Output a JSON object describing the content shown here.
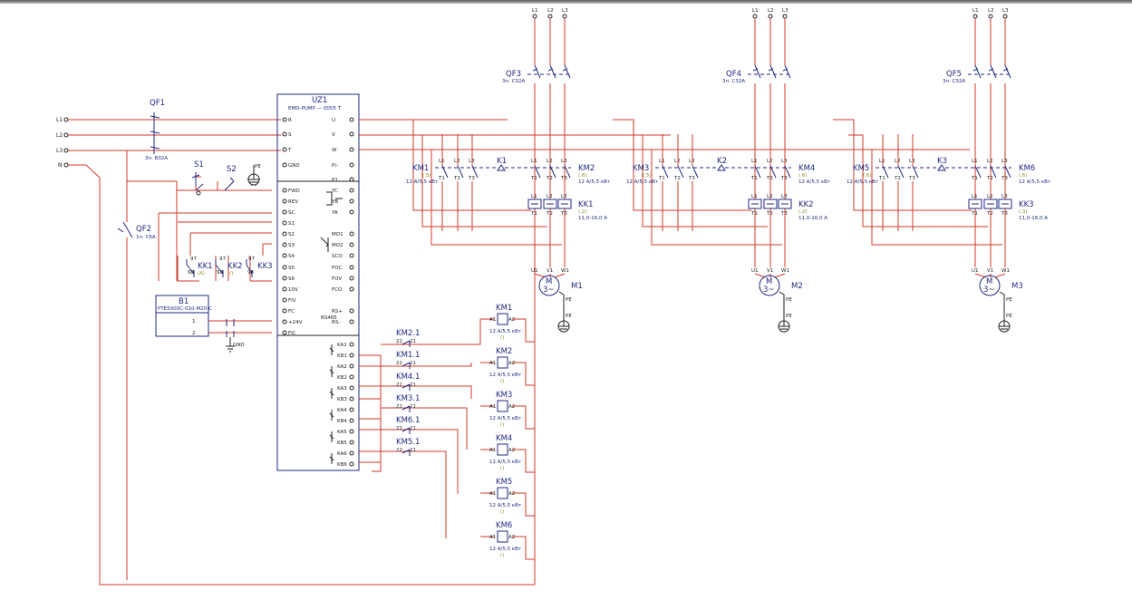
{
  "supply": {
    "phases": [
      "L1",
      "L2",
      "L3"
    ],
    "neutral": "N"
  },
  "breakers": {
    "qf1": {
      "name": "QF1",
      "rating": "3п. В32А"
    },
    "qf2": {
      "name": "QF2",
      "rating": "1п. С6А"
    },
    "qf3": {
      "name": "QF3",
      "rating": "3п. С32А"
    },
    "qf4": {
      "name": "QF4",
      "rating": "3п. С32А"
    },
    "qf5": {
      "name": "QF5",
      "rating": "3п. С32А"
    }
  },
  "drive": {
    "name": "UZ1",
    "model": "EMD-PUMP — 0055 T",
    "left_terminals": [
      "R",
      "S",
      "T",
      "GND",
      "FWD",
      "REV",
      "SC",
      "S1",
      "S2",
      "S3",
      "S4",
      "S5",
      "S6",
      "10V",
      "FIV",
      "FC",
      "+24V",
      "FIC"
    ],
    "right_terminals": [
      "U",
      "V",
      "W",
      "P/-",
      "P1",
      "YC",
      "YB",
      "YA",
      "MO1",
      "MO2",
      "SCO",
      "FOC",
      "FOV",
      "FCO",
      "RS+",
      "RS-"
    ],
    "relay_terminals": [
      "KA1",
      "KB1",
      "KA2",
      "KB2",
      "KA3",
      "KB3",
      "KA4",
      "KB4",
      "KA5",
      "KB5",
      "KA6",
      "KB6"
    ],
    "pe_label": "PE",
    "rs485_label": "RS485"
  },
  "switches": {
    "s1": "S1",
    "s2": "S2"
  },
  "overloads_ctrl": {
    "kk1": "KK1",
    "kk2": "KK2",
    "kk3": "KK3",
    "nc_pin": "97",
    "no_pin": "98",
    "mark_a": "(А)",
    "mark_b": "()"
  },
  "sensor": {
    "name": "В1",
    "model": "PTE5000C-010-M20-C",
    "ground": "GND"
  },
  "contactors_power": [
    {
      "name": "KM1",
      "rating": "12 А/5,5 кВт",
      "mark": "(.5)"
    },
    {
      "name": "KM2",
      "rating": "12 А/5,5 кВт",
      "mark": "(.6)"
    },
    {
      "name": "KM3",
      "rating": "12 А/5,5 кВт",
      "mark": "(.5)"
    },
    {
      "name": "KM4",
      "rating": "12 А/5,5 кВт",
      "mark": "(.6)"
    },
    {
      "name": "KM5",
      "rating": "12 А/5,5 кВт",
      "mark": "(.6)"
    },
    {
      "name": "KM6",
      "rating": "12 А/5,5 кВт",
      "mark": "(.6)"
    }
  ],
  "interlocks": [
    "K1",
    "K2",
    "K3"
  ],
  "thermal_relays": [
    {
      "name": "KK1",
      "mark": "(.2)",
      "range": "11,0-16,0 А"
    },
    {
      "name": "KK2",
      "mark": "(.2)",
      "range": "11,0-16,0 А"
    },
    {
      "name": "KK3",
      "mark": "(.3)",
      "range": "11,0-16,0 А"
    }
  ],
  "motors": [
    {
      "name": "M1",
      "symbol": "M",
      "type": "3~"
    },
    {
      "name": "M2",
      "symbol": "M",
      "type": "3~"
    },
    {
      "name": "M3",
      "symbol": "M",
      "type": "3~"
    }
  ],
  "motor_terminals": [
    "U1",
    "V1",
    "W1"
  ],
  "pe": "PE",
  "pole_labels": {
    "l": [
      "L1",
      "L2",
      "L3"
    ],
    "t": [
      "T1",
      "T2",
      "T3"
    ]
  },
  "coils": [
    {
      "name": "KM1",
      "rating": "12 А/5,5 кВт"
    },
    {
      "name": "KM2",
      "rating": "12 А/5,5 кВт"
    },
    {
      "name": "KM3",
      "rating": "12 А/5,5 кВт"
    },
    {
      "name": "KM4",
      "rating": "12 А/5,5 кВт"
    },
    {
      "name": "KM5",
      "rating": "12 А/5,5 кВт"
    },
    {
      "name": "KM6",
      "rating": "12 А/5,5 кВт"
    }
  ],
  "aux_contacts": [
    {
      "name": "KM2.1",
      "p1": "22",
      "p2": "21"
    },
    {
      "name": "KM1.1",
      "p1": "22",
      "p2": "21"
    },
    {
      "name": "KM4.1",
      "p1": "22",
      "p2": "21"
    },
    {
      "name": "KM3.1",
      "p1": "22",
      "p2": "21"
    },
    {
      "name": "KM6.1",
      "p1": "22",
      "p2": "21"
    },
    {
      "name": "KM5.1",
      "p1": "22",
      "p2": "21"
    }
  ],
  "coil_pins": {
    "a1": "A1",
    "a2": "A2"
  }
}
